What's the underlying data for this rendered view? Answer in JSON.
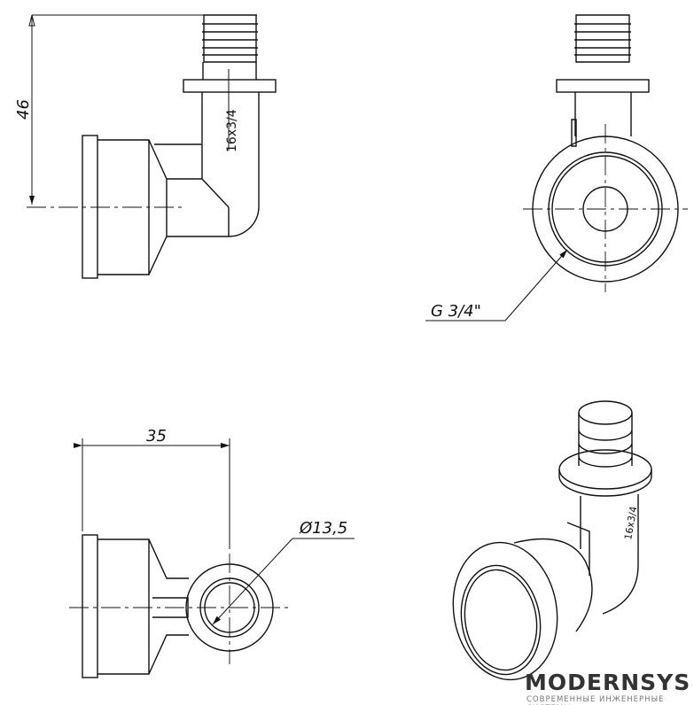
{
  "dimensions": {
    "height": "46",
    "width": "35",
    "pipe_size": "16x3/4",
    "thread": "G 3/4\"",
    "diameter": "Ø13,5",
    "iso_marking": "16x3/4"
  },
  "logo": {
    "name": "MODERNSYS",
    "tagline": "СОВРЕМЕННЫЕ ИНЖЕНЕРНЫЕ СИСТЕМЫ",
    "accent": "#29a8e0",
    "accent2": "#f08a24"
  }
}
